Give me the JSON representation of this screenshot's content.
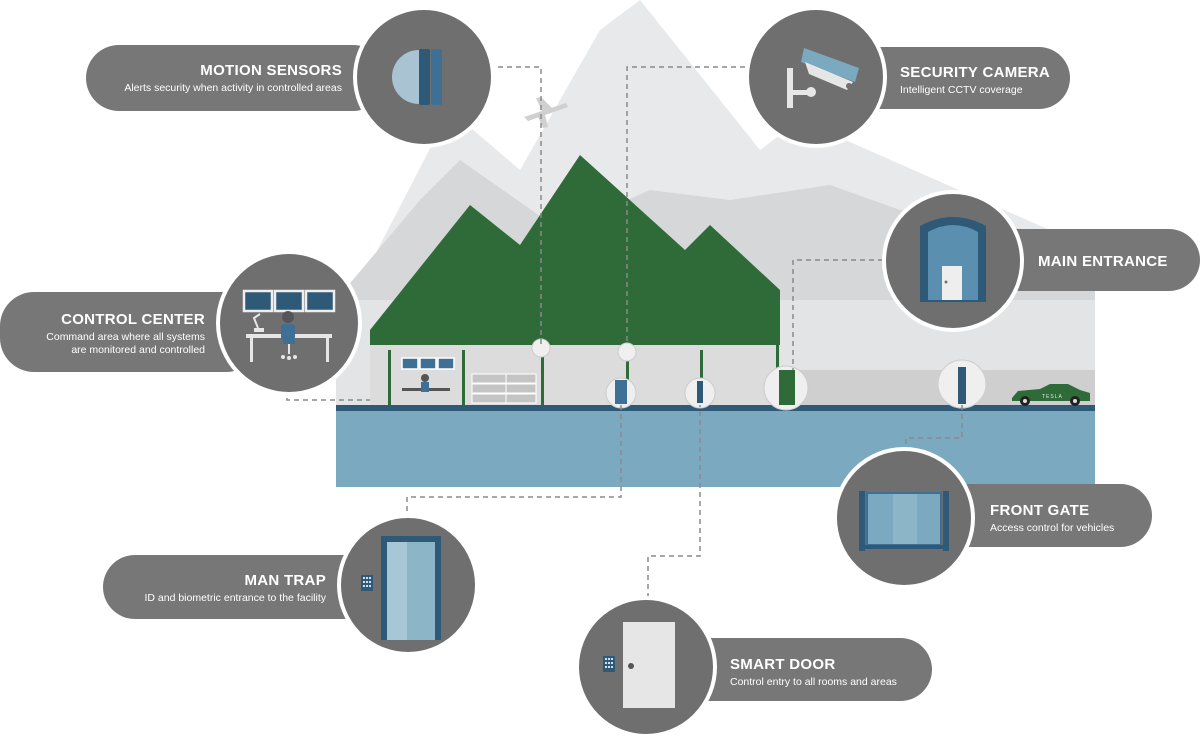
{
  "features": {
    "motion_sensors": {
      "title": "MOTION SENSORS",
      "desc": "Alerts security when activity in controlled areas"
    },
    "security_camera": {
      "title": "SECURITY CAMERA",
      "desc": "Intelligent CCTV coverage"
    },
    "main_entrance": {
      "title": "MAIN ENTRANCE"
    },
    "control_center": {
      "title": "CONTROL CENTER",
      "desc_lines": [
        "Command area where all systems",
        "are monitored and controlled"
      ]
    },
    "front_gate": {
      "title": "FRONT GATE",
      "desc": "Access control for vehicles"
    },
    "man_trap": {
      "title": "MAN TRAP",
      "desc": "ID and biometric entrance to the facility"
    },
    "smart_door": {
      "title": "SMART DOOR",
      "desc": "Control entry to all rooms and areas"
    }
  },
  "car": {
    "badge": "TESLA"
  },
  "colors": {
    "pill": "#777778",
    "circle": "#6f6f70",
    "mountain_far": "#e8e9ea",
    "mountain_near": "#d6d7d8",
    "forest": "#2f6b39",
    "ground": "#7aa9c0",
    "road": "#2e5a78",
    "accent_blue": "#3e6f95",
    "dashed_line": "#8a8a8a"
  }
}
